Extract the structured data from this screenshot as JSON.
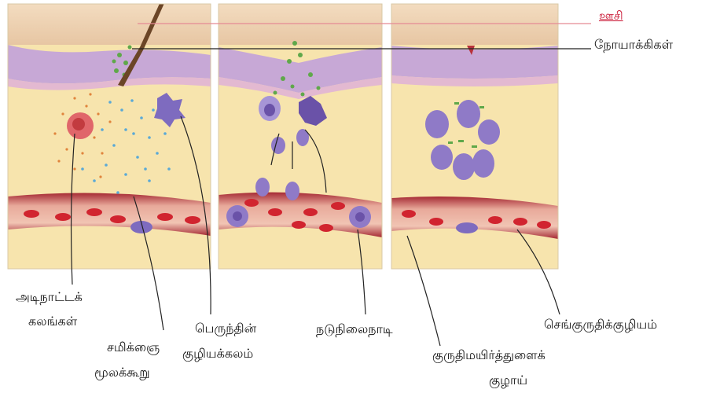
{
  "labels": {
    "needle": "ஊசி",
    "pathogens": "நோயாக்கிகள்",
    "mast_cells_line1": "அடிநாட்டக்",
    "mast_cells_line2": "கலங்கள்",
    "signal_line1": "சமிக்ஞை",
    "signal_line2": "மூலக்கூறு",
    "macrophage_line1": "பெருந்தின்",
    "macrophage_line2": "குழியக்கலம்",
    "neutrophil": "நடுநிலைநாடி",
    "capillary_line1": "குருதிமயிர்த்துளைக்",
    "capillary_line2": "குழாய்",
    "rbc": "செங்குருதிக்குழியம்"
  },
  "colors": {
    "skin_surface": "#efd3b0",
    "epidermis": "#c7a8d6",
    "dermis": "#f7e4ad",
    "vessel_wall": "#b8323c",
    "vessel_lumen": "#f2c6b6",
    "rbc": "#d1242f",
    "white_cell": "#8f7ac7",
    "pathogen": "#5fa84a",
    "chemical_blue": "#5aa9d6",
    "chemical_orange": "#e0843c",
    "needle_label": "#c8102e"
  }
}
